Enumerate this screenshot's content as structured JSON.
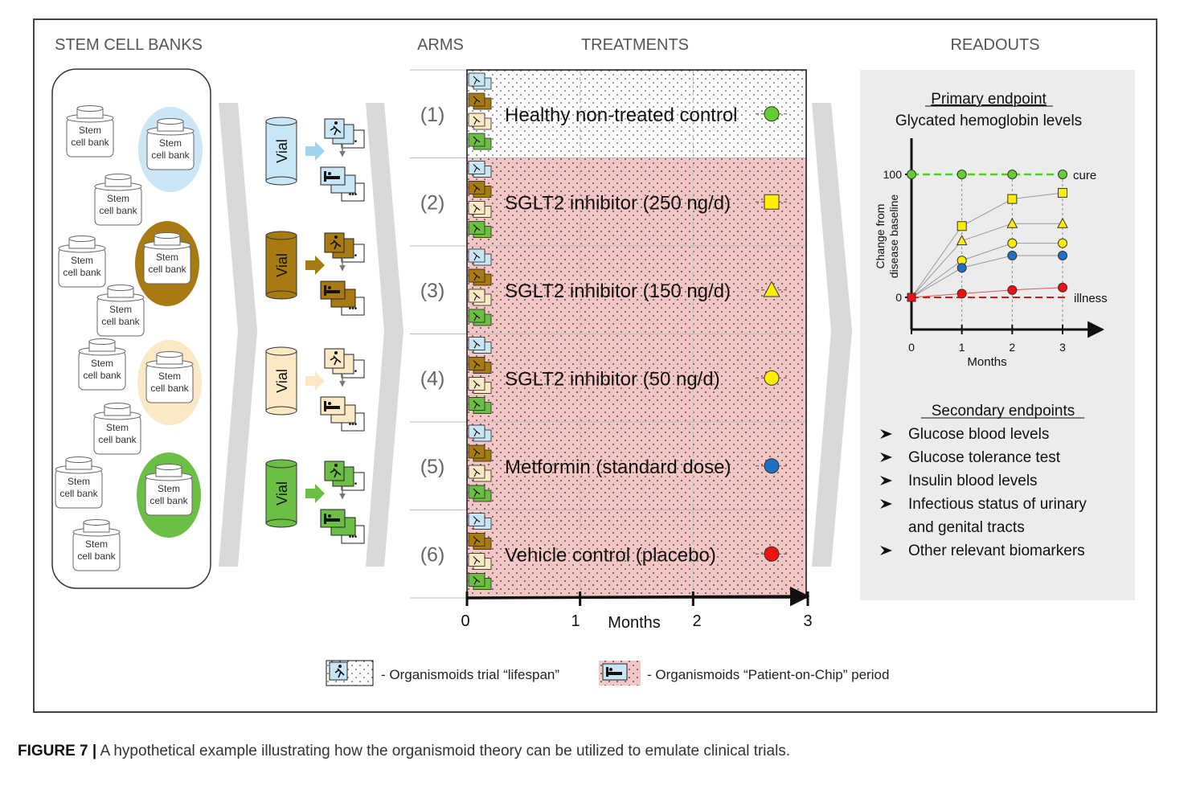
{
  "headers": {
    "stem_cell_banks": "STEM CELL BANKS",
    "arms": "ARMS",
    "treatments": "TREATMENTS",
    "readouts": "READOUTS"
  },
  "bank_label_line1": "Stem",
  "bank_label_line2": "cell bank",
  "vial_label": "Vial",
  "vial_colors": [
    "#c8e6f5",
    "#a87b12",
    "#fbe8c4",
    "#6cbf45"
  ],
  "arms": [
    {
      "number": "(1)",
      "treatment": "Healthy non-treated control",
      "marker": "circle",
      "color": "#66cc33"
    },
    {
      "number": "(2)",
      "treatment": "SGLT2 inhibitor (250 ng/d)",
      "marker": "square",
      "color": "#ffee00"
    },
    {
      "number": "(3)",
      "treatment": "SGLT2 inhibitor (150 ng/d)",
      "marker": "triangle",
      "color": "#ffee00"
    },
    {
      "number": "(4)",
      "treatment": "SGLT2 inhibitor (50 ng/d)",
      "marker": "circle",
      "color": "#ffee00"
    },
    {
      "number": "(5)",
      "treatment": "Metformin (standard dose)",
      "marker": "circle",
      "color": "#1f6fc4"
    },
    {
      "number": "(6)",
      "treatment": "Vehicle control (placebo)",
      "marker": "circle",
      "color": "#ee1111"
    }
  ],
  "timeline": {
    "ticks": [
      "0",
      "1",
      "2",
      "3"
    ],
    "axis_label": "Months"
  },
  "chart_data": {
    "type": "line",
    "title": "Primary endpoint",
    "subtitle": "Glycated hemoglobin levels",
    "xlabel": "Months",
    "ylabel": "Change from disease baseline",
    "x": [
      0,
      1,
      2,
      3
    ],
    "x_tick_labels": [
      "0",
      "1",
      "2",
      "3"
    ],
    "y_tick_labels": [
      "0",
      "100"
    ],
    "ylim": [
      0,
      100
    ],
    "annotations": [
      "cure",
      "illness"
    ],
    "series": [
      {
        "values": [
          100,
          100,
          100,
          100
        ],
        "marker": "circle",
        "color": "#66cc33",
        "line": "dashed"
      },
      {
        "values": [
          0,
          58,
          80,
          85
        ],
        "marker": "square",
        "color": "#ffee00"
      },
      {
        "values": [
          0,
          46,
          60,
          60
        ],
        "marker": "triangle",
        "color": "#ffee00"
      },
      {
        "values": [
          0,
          30,
          44,
          44
        ],
        "marker": "circle",
        "color": "#ffee00"
      },
      {
        "values": [
          0,
          24,
          34,
          34
        ],
        "marker": "circle",
        "color": "#1f6fc4"
      },
      {
        "values": [
          0,
          3,
          6,
          8
        ],
        "marker": "circle",
        "color": "#ee1111"
      }
    ],
    "baseline": {
      "value": 0,
      "color": "#ee1111",
      "line": "dashed"
    }
  },
  "secondary": {
    "title": "Secondary endpoints",
    "items": [
      "Glucose blood levels",
      "Glucose tolerance test",
      "Insulin blood levels",
      "Infectious status of urinary",
      "and genital tracts",
      "Other relevant biomarkers"
    ]
  },
  "legend": {
    "lifespan": "- Organismoids trial “lifespan”",
    "patient_on_chip": "- Organismoids “Patient-on-Chip” period"
  },
  "caption": {
    "bold": "FIGURE 7 |",
    "text": " A hypothetical example illustrating how the organismoid theory can be utilized to emulate clinical trials."
  }
}
